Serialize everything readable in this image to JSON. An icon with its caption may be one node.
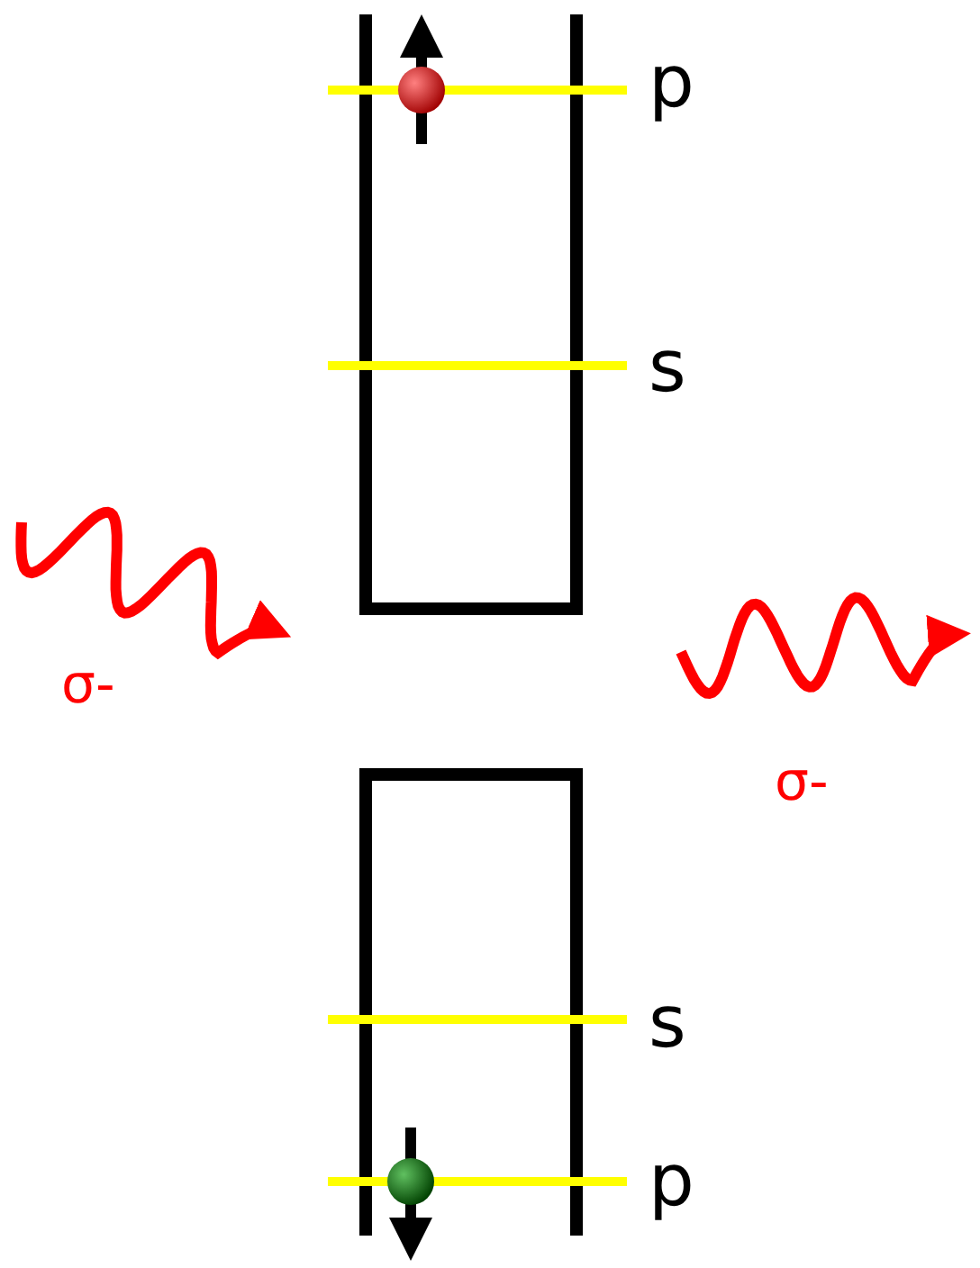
{
  "diagram": {
    "labels": [
      "p",
      "s",
      "σ-",
      "σ-",
      "s",
      "p"
    ]
  }
}
